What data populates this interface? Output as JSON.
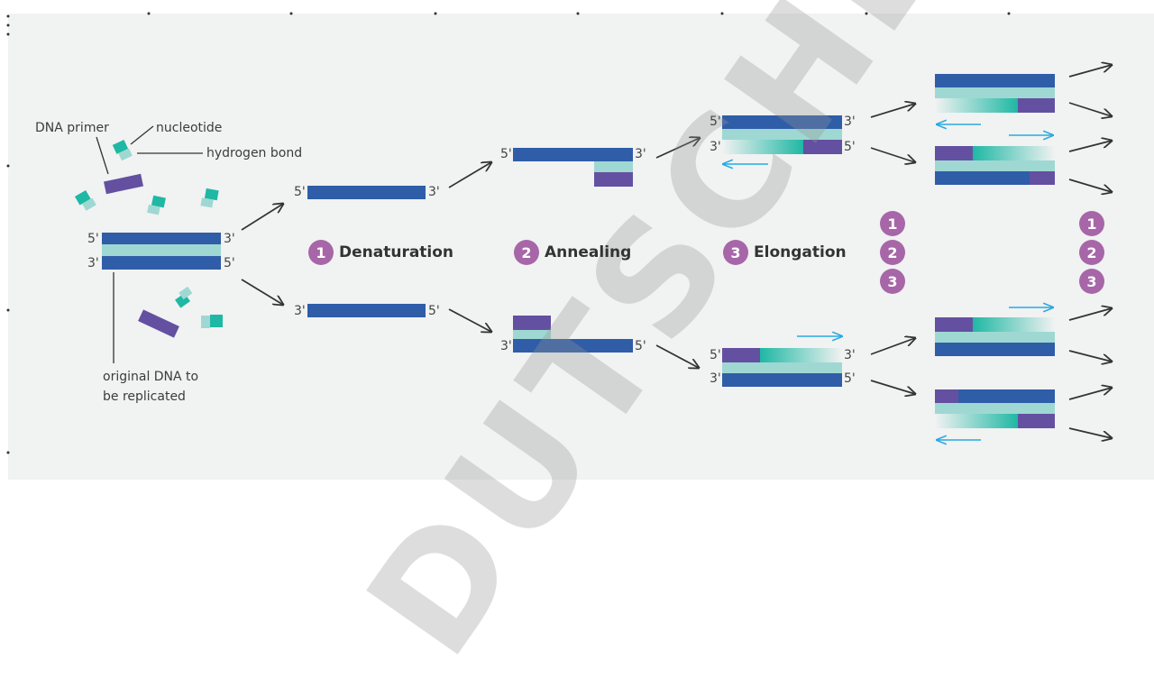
{
  "labels": {
    "dna_primer": "DNA primer",
    "nucleotide": "nucleotide",
    "hydrogen_bond": "hydrogen bond",
    "original_dna_line1": "original DNA to",
    "original_dna_line2": "be replicated"
  },
  "ends": {
    "five": "5'",
    "three": "3'"
  },
  "steps": [
    {
      "number": "1",
      "label": "Denaturation"
    },
    {
      "number": "2",
      "label": "Annealing"
    },
    {
      "number": "3",
      "label": "Elongation"
    }
  ],
  "cycle_badges": [
    "1",
    "2",
    "3"
  ],
  "watermark": "DUTSCHER",
  "colors": {
    "strand_blue": "#2f5da8",
    "hydrogen_bond": "#9fd8d2",
    "primer_purple": "#6450a0",
    "nucleotide_teal": "#1fb8a4",
    "badge_purple": "#a766a8",
    "arrow_blue": "#29a9e0",
    "arrow_dark": "#333333"
  }
}
